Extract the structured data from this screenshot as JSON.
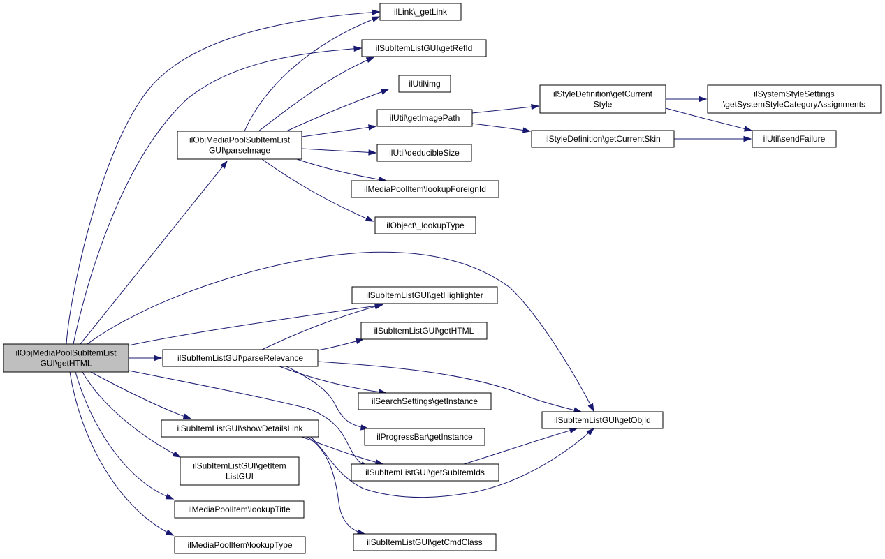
{
  "graph": {
    "colors": {
      "edge": "#191970",
      "node_border": "#000000",
      "root_fill": "#bfbfbf",
      "node_fill": "#ffffff"
    },
    "nodes": {
      "root": {
        "lines": [
          "ilObjMediaPoolSubItemList",
          "GUI\\getHTML"
        ]
      },
      "parseImage": {
        "lines": [
          "ilObjMediaPoolSubItemList",
          "GUI\\parseImage"
        ]
      },
      "getLink": {
        "lines": [
          "ilLink\\_getLink"
        ]
      },
      "getRefId": {
        "lines": [
          "ilSubItemListGUI\\getRefId"
        ]
      },
      "img": {
        "lines": [
          "ilUtil\\img"
        ]
      },
      "getImagePath": {
        "lines": [
          "ilUtil\\getImagePath"
        ]
      },
      "deducibleSize": {
        "lines": [
          "ilUtil\\deducibleSize"
        ]
      },
      "lookupForeignId": {
        "lines": [
          "ilMediaPoolItem\\lookupForeignId"
        ]
      },
      "lookupType1": {
        "lines": [
          "ilObject\\_lookupType"
        ]
      },
      "getCurrentStyle": {
        "lines": [
          "ilStyleDefinition\\getCurrent",
          "Style"
        ]
      },
      "getCurrentSkin": {
        "lines": [
          "ilStyleDefinition\\getCurrentSkin"
        ]
      },
      "getSystemStyle": {
        "lines": [
          "ilSystemStyleSettings",
          "\\getSystemStyleCategoryAssignments"
        ]
      },
      "sendFailure": {
        "lines": [
          "ilUtil\\sendFailure"
        ]
      },
      "parseRelevance": {
        "lines": [
          "ilSubItemListGUI\\parseRelevance"
        ]
      },
      "getHighlighter": {
        "lines": [
          "ilSubItemListGUI\\getHighlighter"
        ]
      },
      "getHTML2": {
        "lines": [
          "ilSubItemListGUI\\getHTML"
        ]
      },
      "searchSettings": {
        "lines": [
          "ilSearchSettings\\getInstance"
        ]
      },
      "progressBar": {
        "lines": [
          "ilProgressBar\\getInstance"
        ]
      },
      "getObjId": {
        "lines": [
          "ilSubItemListGUI\\getObjId"
        ]
      },
      "showDetailsLink": {
        "lines": [
          "ilSubItemListGUI\\showDetailsLink"
        ]
      },
      "getSubItemIds": {
        "lines": [
          "ilSubItemListGUI\\getSubItemIds"
        ]
      },
      "getItemListGUI": {
        "lines": [
          "ilSubItemListGUI\\getItem",
          "ListGUI"
        ]
      },
      "lookupTitle": {
        "lines": [
          "ilMediaPoolItem\\lookupTitle"
        ]
      },
      "lookupType2": {
        "lines": [
          "ilMediaPoolItem\\lookupType"
        ]
      },
      "getCmdClass": {
        "lines": [
          "ilSubItemListGUI\\getCmdClass"
        ]
      }
    },
    "edges": [
      {
        "from": "root",
        "to": "getLink"
      },
      {
        "from": "root",
        "to": "getRefId"
      },
      {
        "from": "root",
        "to": "parseImage"
      },
      {
        "from": "root",
        "to": "getObjId"
      },
      {
        "from": "root",
        "to": "getHighlighter"
      },
      {
        "from": "root",
        "to": "parseRelevance"
      },
      {
        "from": "root",
        "to": "getSubItemIds"
      },
      {
        "from": "root",
        "to": "showDetailsLink"
      },
      {
        "from": "root",
        "to": "getItemListGUI"
      },
      {
        "from": "root",
        "to": "lookupTitle"
      },
      {
        "from": "root",
        "to": "lookupType2"
      },
      {
        "from": "parseImage",
        "to": "getLink"
      },
      {
        "from": "parseImage",
        "to": "getRefId"
      },
      {
        "from": "parseImage",
        "to": "img"
      },
      {
        "from": "parseImage",
        "to": "getImagePath"
      },
      {
        "from": "parseImage",
        "to": "deducibleSize"
      },
      {
        "from": "parseImage",
        "to": "lookupForeignId"
      },
      {
        "from": "parseImage",
        "to": "lookupType1"
      },
      {
        "from": "getImagePath",
        "to": "getCurrentStyle"
      },
      {
        "from": "getImagePath",
        "to": "getCurrentSkin"
      },
      {
        "from": "getCurrentStyle",
        "to": "getSystemStyle"
      },
      {
        "from": "getCurrentStyle",
        "to": "sendFailure"
      },
      {
        "from": "getCurrentSkin",
        "to": "sendFailure"
      },
      {
        "from": "parseRelevance",
        "to": "getHighlighter"
      },
      {
        "from": "parseRelevance",
        "to": "getHTML2"
      },
      {
        "from": "parseRelevance",
        "to": "searchSettings"
      },
      {
        "from": "parseRelevance",
        "to": "progressBar"
      },
      {
        "from": "parseRelevance",
        "to": "getObjId"
      },
      {
        "from": "showDetailsLink",
        "to": "getSubItemIds"
      },
      {
        "from": "showDetailsLink",
        "to": "getObjId"
      },
      {
        "from": "showDetailsLink",
        "to": "getCmdClass"
      },
      {
        "from": "getSubItemIds",
        "to": "getObjId"
      }
    ]
  }
}
